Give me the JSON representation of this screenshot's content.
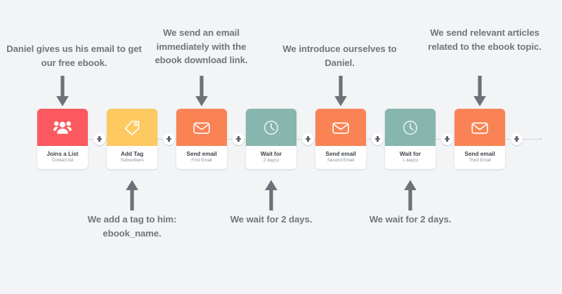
{
  "page": {
    "background_color": "#f2f4f6",
    "title": "Email automation workflow"
  },
  "palette": {
    "red": "#fa5a5f",
    "yellow": "#fdc960",
    "orange": "#f98354",
    "teal": "#86b6ad",
    "note_text": "#72767c",
    "arrow": "#6d7178",
    "card_title": "#3f444a",
    "card_sub": "#8b9097",
    "connector_line": "#cfd4d9",
    "plus_glyph": "#5e6369"
  },
  "flow": {
    "steps": [
      {
        "title": "Joins a List",
        "subtitle": "Contact list",
        "icon": "people-group-icon",
        "color": "#fa5a5f"
      },
      {
        "title": "Add Tag",
        "subtitle": "Subscribers",
        "icon": "tag-icon",
        "color": "#fdc960"
      },
      {
        "title": "Send email",
        "subtitle": "First Email",
        "icon": "envelope-icon",
        "color": "#f98354"
      },
      {
        "title": "Wait for",
        "subtitle": "2 day(s)",
        "icon": "clock-icon",
        "color": "#86b6ad"
      },
      {
        "title": "Send email",
        "subtitle": "Second Email",
        "icon": "envelope-icon",
        "color": "#f98354"
      },
      {
        "title": "Wait for",
        "subtitle": "1 day(s)",
        "icon": "clock-icon",
        "color": "#86b6ad"
      },
      {
        "title": "Send email",
        "subtitle": "Third Email",
        "icon": "envelope-icon",
        "color": "#f98354"
      }
    ],
    "connector_label": "+",
    "connector_count": 7
  },
  "annotations": {
    "top": [
      {
        "text": "Daniel gives us his email to get our free ebook.",
        "target_step": 0
      },
      {
        "text": "We send an email immediately with the ebook download link.",
        "target_step": 2
      },
      {
        "text": "We introduce ourselves to Daniel.",
        "target_step": 4
      },
      {
        "text": "We send relevant articles related to the ebook topic.",
        "target_step": 6
      }
    ],
    "bottom": [
      {
        "text": "We add a tag to him: ebook_name.",
        "target_step": 1
      },
      {
        "text": "We wait for 2 days.",
        "target_step": 3
      },
      {
        "text": "We wait for 2 days.",
        "target_step": 5
      }
    ]
  }
}
